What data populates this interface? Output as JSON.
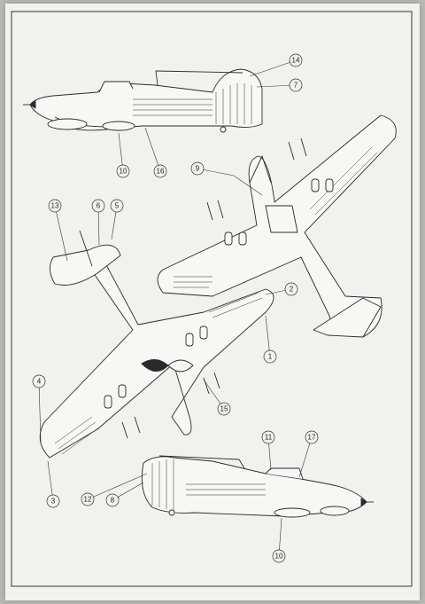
{
  "colors": {
    "paper": "#f1f1ef",
    "line": "#2a2a2a",
    "background": "#b9b9b7"
  },
  "callouts": [
    {
      "label": "14"
    },
    {
      "label": "7"
    },
    {
      "label": "10"
    },
    {
      "label": "16"
    },
    {
      "label": "9"
    },
    {
      "label": "13"
    },
    {
      "label": "6"
    },
    {
      "label": "5"
    },
    {
      "label": "2"
    },
    {
      "label": "1"
    },
    {
      "label": "4"
    },
    {
      "label": "15"
    },
    {
      "label": "3"
    },
    {
      "label": "11"
    },
    {
      "label": "17"
    },
    {
      "label": "12"
    },
    {
      "label": "8"
    },
    {
      "label": "10"
    }
  ]
}
